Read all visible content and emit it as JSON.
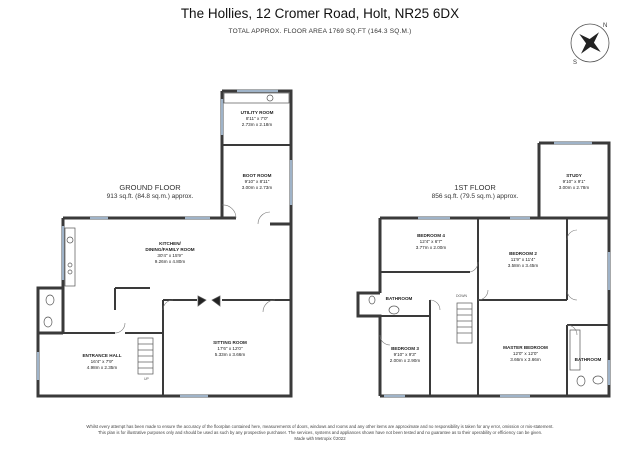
{
  "header": {
    "address": "The Hollies, 12 Cromer Road, Holt, NR25 6DX",
    "total_area": "TOTAL APPROX. FLOOR AREA 1769 SQ.FT (164.3 SQ.M.)"
  },
  "compass": {
    "n": "N",
    "s": "S"
  },
  "floors": {
    "ground": {
      "name": "GROUND FLOOR",
      "area": "913 sq.ft. (84.8 sq.m.) approx."
    },
    "first": {
      "name": "1ST FLOOR",
      "area": "856 sq.ft. (79.5 sq.m.) approx."
    }
  },
  "rooms": {
    "utility": {
      "name": "UTILITY ROOM",
      "imperial": "8'11\" x 7'0\"",
      "metric": "2.73m x 2.18m"
    },
    "boot": {
      "name": "BOOT ROOM",
      "imperial": "9'10\" x 8'11\"",
      "metric": "3.00m x 2.73m"
    },
    "kitchen": {
      "name": "KITCHEN/",
      "name2": "DINING/FAMILY ROOM",
      "imperial": "30'4\" x 15'9\"",
      "metric": "9.26m x 4.80m"
    },
    "sitting": {
      "name": "SITTING ROOM",
      "imperial": "17'6\" x 12'0\"",
      "metric": "5.33m x 3.66m"
    },
    "entrance": {
      "name": "ENTRANCE HALL",
      "imperial": "16'4\" x 7'9\"",
      "metric": "4.98m x 2.35m"
    },
    "study": {
      "name": "STUDY",
      "imperial": "9'10\" x 9'1\"",
      "metric": "3.00m x 2.78m"
    },
    "bed4": {
      "name": "BEDROOM 4",
      "imperial": "12'4\" x 6'7\"",
      "metric": "3.77m x 2.00m"
    },
    "bed2": {
      "name": "BEDROOM 2",
      "imperial": "11'9\" x 11'4\"",
      "metric": "3.58m x 3.45m"
    },
    "bathroom1": {
      "name": "BATHROOM"
    },
    "bed3": {
      "name": "BEDROOM 3",
      "imperial": "9'10\" x 9'3\"",
      "metric": "2.00m x 2.90m"
    },
    "master": {
      "name": "MASTER BEDROOM",
      "imperial": "12'0\" x 12'0\"",
      "metric": "3.66m x 3.66m"
    },
    "bathroom2": {
      "name": "BATHROOM"
    }
  },
  "labels": {
    "up": "UP",
    "down": "DOWN"
  },
  "disclaimer": {
    "line1": "Whilst every attempt has been made to ensure the accuracy of the floorplan contained here, measurements of doors, windows and rooms and any other items are approximate and no responsibility is taken for any error, omission or mis-statement.",
    "line2": "This plan is for illustrative purposes only and should be used as such by any prospective purchaser. The services, systems and appliances shown have not been tested and no guarantee as to their operability or efficiency can be given.",
    "line3": "Made with Metropix ©2022"
  },
  "colors": {
    "wall": "#3a3a3a",
    "window": "#9fb3c8",
    "fixture": "#555555"
  }
}
